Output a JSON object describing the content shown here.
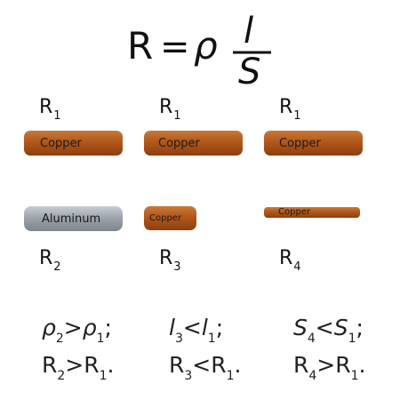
{
  "formula": {
    "lhs": "R",
    "eq": "=",
    "rho": "ρ",
    "numerator": "l",
    "denominator": "S"
  },
  "top_labels": [
    {
      "main": "R",
      "sub": "1"
    },
    {
      "main": "R",
      "sub": "1"
    },
    {
      "main": "R",
      "sub": "1"
    }
  ],
  "top_rods": [
    "Copper",
    "Copper",
    "Copper"
  ],
  "bottom_rods": [
    "Aluminum",
    "Copper",
    "Copper"
  ],
  "bottom_labels": [
    {
      "main": "R",
      "sub": "2"
    },
    {
      "main": "R",
      "sub": "3"
    },
    {
      "main": "R",
      "sub": "4"
    }
  ],
  "equations_row1": [
    {
      "a": "ρ",
      "a_sub": "2",
      "op": ">",
      "b": "ρ",
      "b_sub": "1",
      "end": ";"
    },
    {
      "a": "l",
      "a_sub": "3",
      "op": "<",
      "b": "l",
      "b_sub": "1",
      "end": ";"
    },
    {
      "a": "S",
      "a_sub": "4",
      "op": "<",
      "b": "S",
      "b_sub": "1",
      "end": ";"
    }
  ],
  "equations_row2": [
    {
      "a": "R",
      "a_sub": "2",
      "op": ">",
      "b": "R",
      "b_sub": "1",
      "end": "."
    },
    {
      "a": "R",
      "a_sub": "3",
      "op": "<",
      "b": "R",
      "b_sub": "1",
      "end": "."
    },
    {
      "a": "R",
      "a_sub": "4",
      "op": ">",
      "b": "R",
      "b_sub": "1",
      "end": "."
    }
  ],
  "colors": {
    "copper": "#b45a1c",
    "aluminum": "#9aa1a8"
  }
}
